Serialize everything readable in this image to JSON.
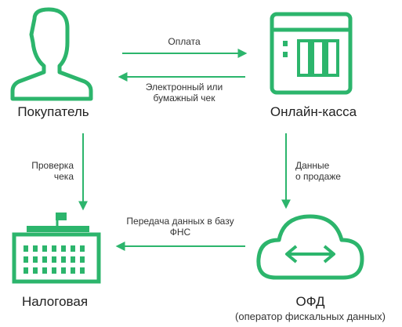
{
  "colors": {
    "accent": "#2cb56c"
  },
  "nodes": {
    "buyer": {
      "label": "Покупатель",
      "icon": "person-icon"
    },
    "kkt": {
      "label": "Онлайн-касса",
      "icon": "cash-register-icon"
    },
    "tax": {
      "label": "Налоговая",
      "icon": "tax-office-building-icon"
    },
    "ofd": {
      "label": "ОФД",
      "sublabel": "(оператор фискальных данных)",
      "icon": "cloud-exchange-icon"
    }
  },
  "edges": {
    "payment": {
      "line1": "Оплата"
    },
    "receipt": {
      "line1": "Электронный или",
      "line2": "бумажный чек"
    },
    "check": {
      "line1": "Проверка",
      "line2": "чека"
    },
    "sale_data": {
      "line1": "Данные",
      "line2": "о продаже"
    },
    "fns_transfer": {
      "line1": "Передача данных в базу",
      "line2": "ФНС"
    }
  }
}
